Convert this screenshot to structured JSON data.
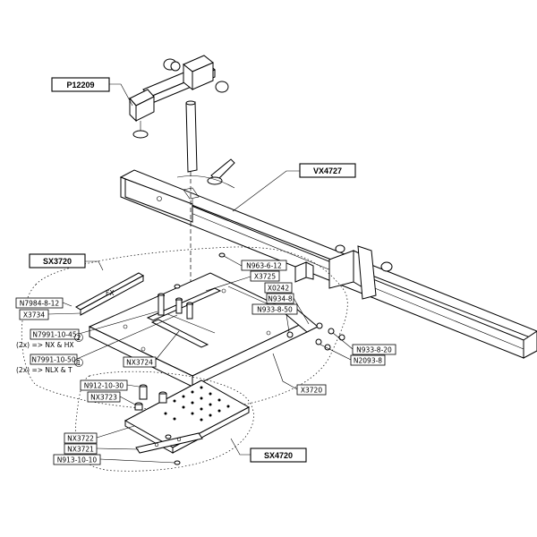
{
  "assemblies": {
    "p12209": "P12209",
    "vx4727": "VX4727",
    "sx3720": "SX3720",
    "sx4720": "SX4720"
  },
  "parts": {
    "n963_6_12": "N963-6-12",
    "x3725": "X3725",
    "n7984_8_12": "N7984-8-12",
    "x3734": "X3734",
    "x0242": "X0242",
    "n934_8": "N934-8",
    "n933_8_50": "N933-8-50",
    "n7991_10_45": "N7991-10-45",
    "note_nx_hx": "(2x) => NX & HX",
    "n7991_10_50": "N7991-10-50",
    "note_nlx_t": "(2x) => NLX & T",
    "nx3724": "NX3724",
    "n933_8_20": "N933-8-20",
    "n2093_8": "N2093-8",
    "x3720": "X3720",
    "n912_10_30": "N912-10-30",
    "nx3723": "NX3723",
    "nx3722": "NX3722",
    "nx3721": "NX3721",
    "n913_10_10": "N913-10-10"
  },
  "callouts": {
    "one": "1",
    "two": "2"
  },
  "fence_brand": "FX"
}
